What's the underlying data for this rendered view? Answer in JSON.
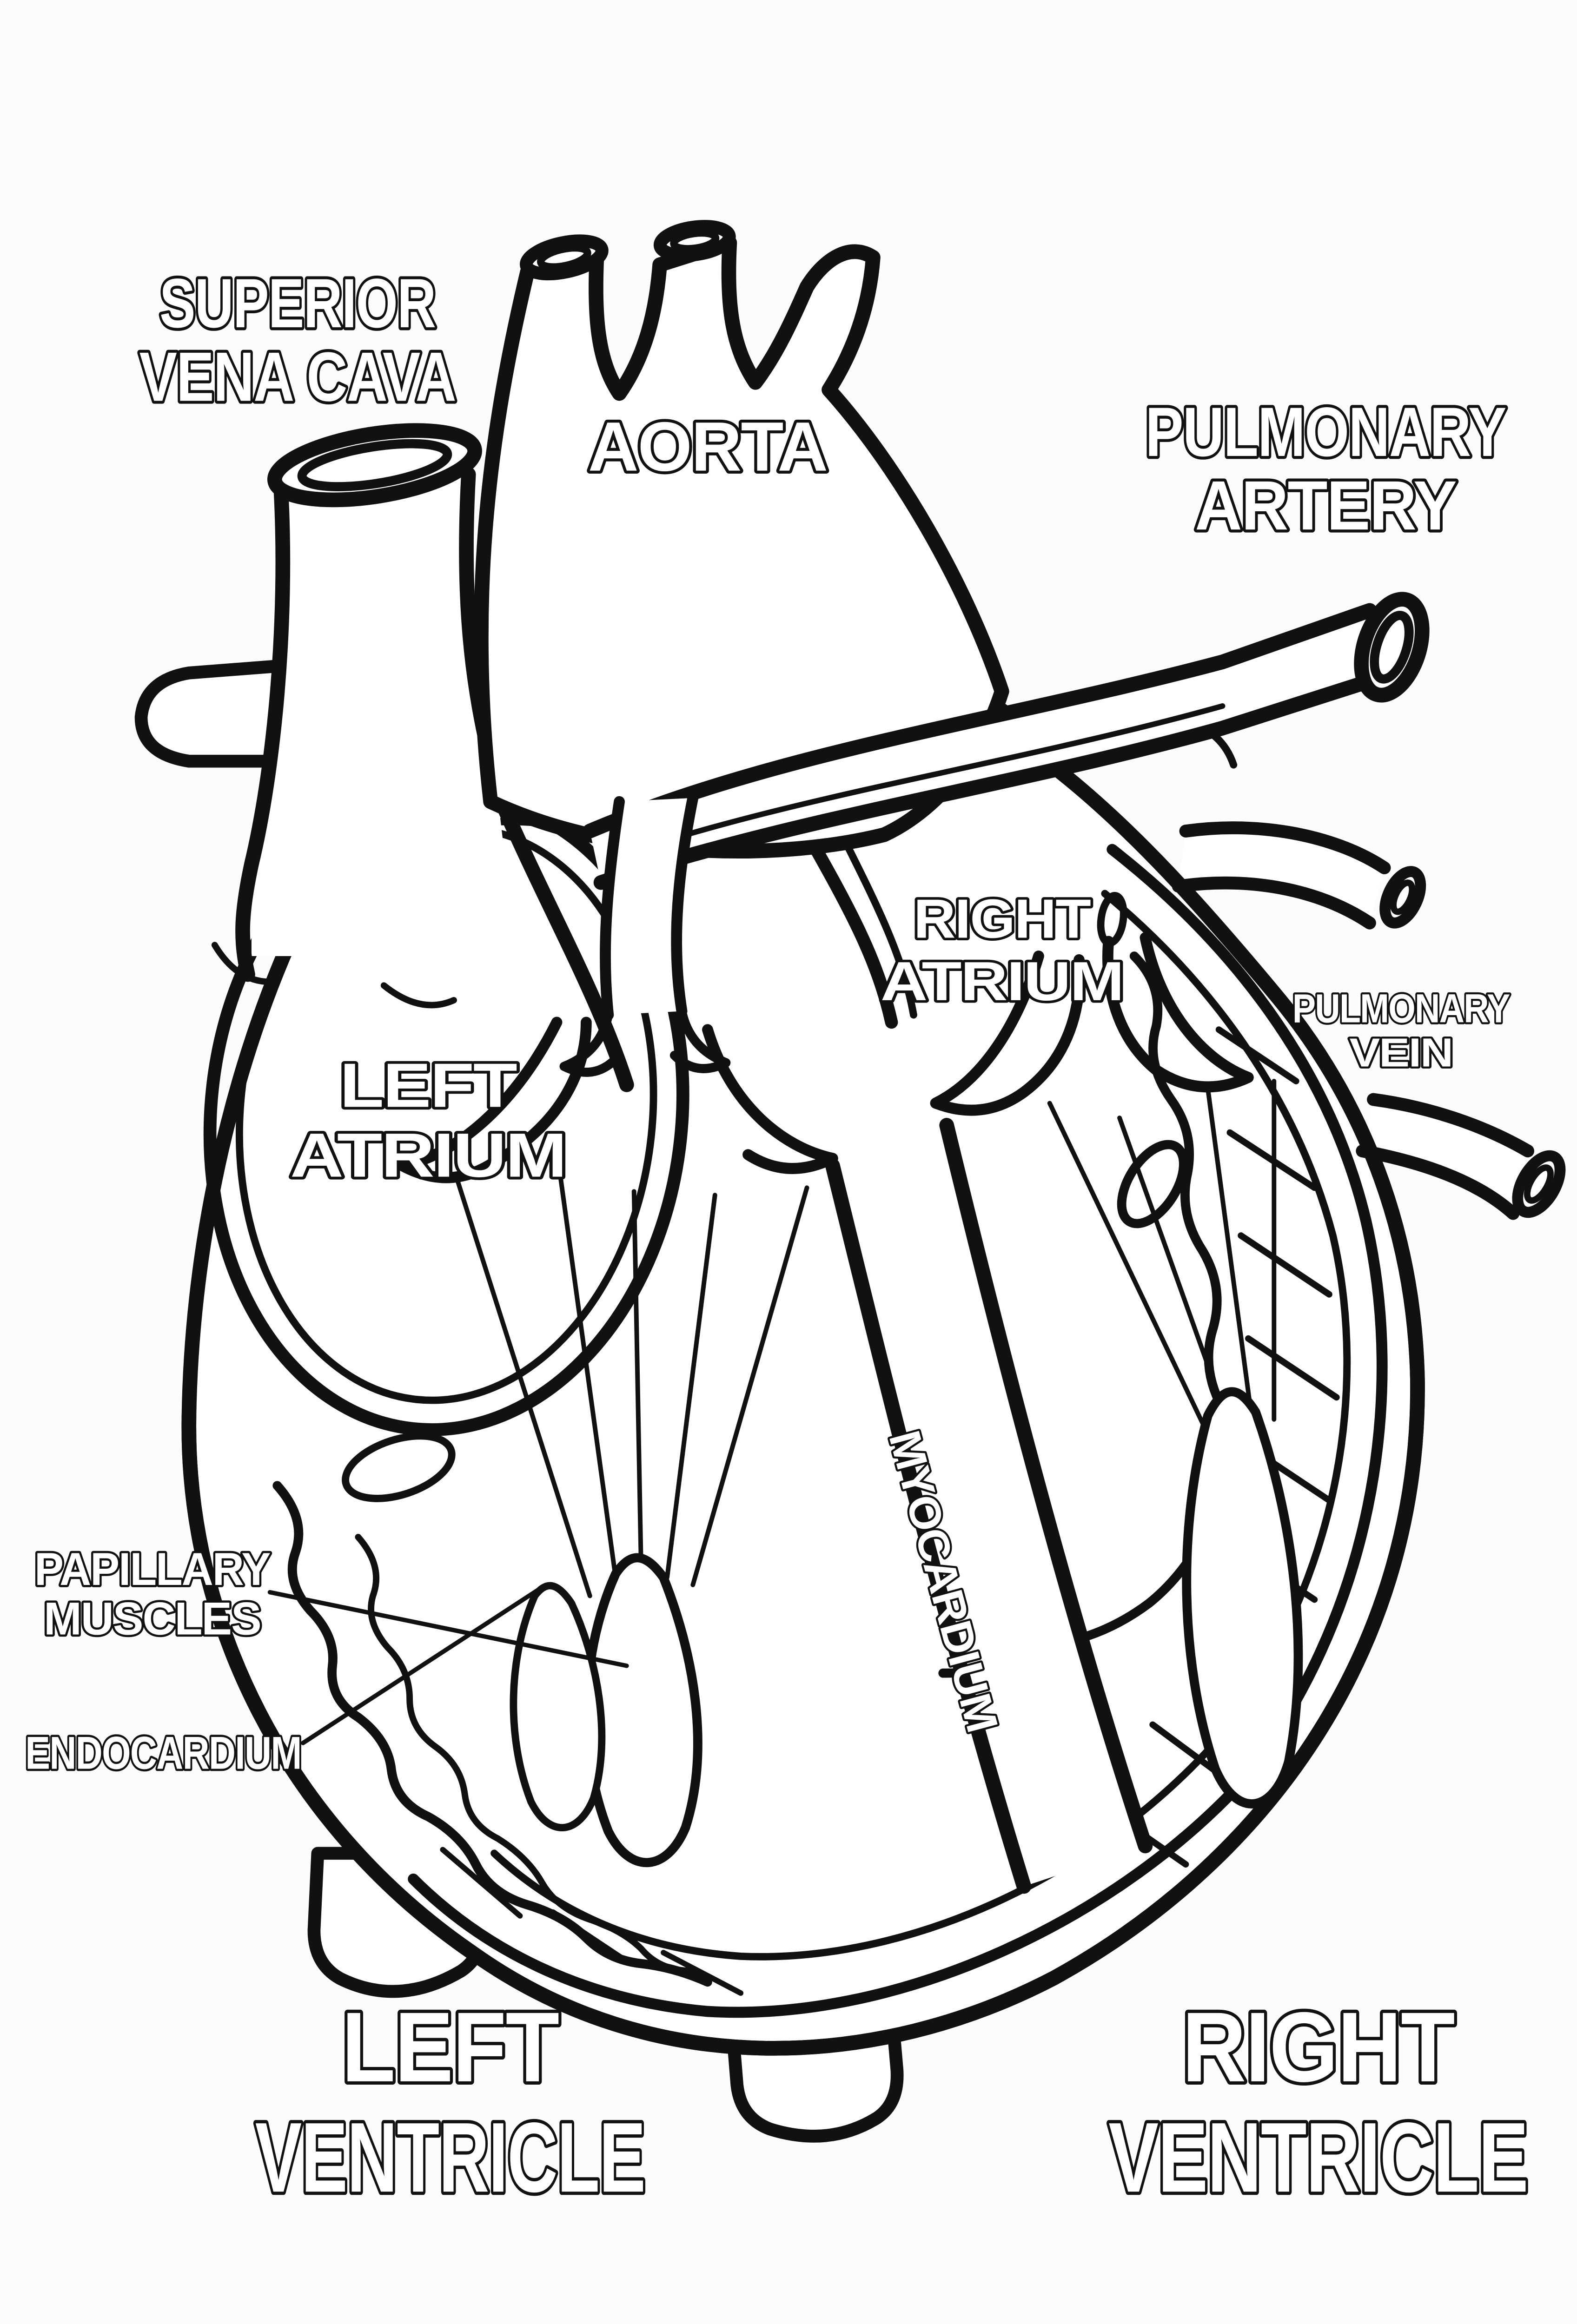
{
  "diagram": "human-heart-cross-section-coloring-page",
  "colors": {
    "background": "#fcfcfc",
    "ink": "#111111",
    "fill": "#ffffff"
  },
  "labels": {
    "superior_vena_cava": {
      "line1": "SUPERIOR",
      "line2": "VENA CAVA"
    },
    "aorta": {
      "line1": "AORTA"
    },
    "pulmonary_artery": {
      "line1": "PULMONARY",
      "line2": "ARTERY"
    },
    "right_atrium": {
      "line1": "RIGHT",
      "line2": "ATRIUM"
    },
    "left_atrium": {
      "line1": "LEFT",
      "line2": "ATRIUM"
    },
    "pulmonary_vein": {
      "line1": "PULMONARY",
      "line2": "VEIN"
    },
    "papillary_muscles": {
      "line1": "PAPILLARY",
      "line2": "MUSCLES"
    },
    "endocardium": {
      "line1": "ENDOCARDIUM"
    },
    "myocardium": {
      "line1": "MYOCARDIUM"
    },
    "left_ventricle": {
      "line1": "LEFT",
      "line2": "VENTRICLE"
    },
    "right_ventricle": {
      "line1": "RIGHT",
      "line2": "VENTRICLE"
    }
  }
}
